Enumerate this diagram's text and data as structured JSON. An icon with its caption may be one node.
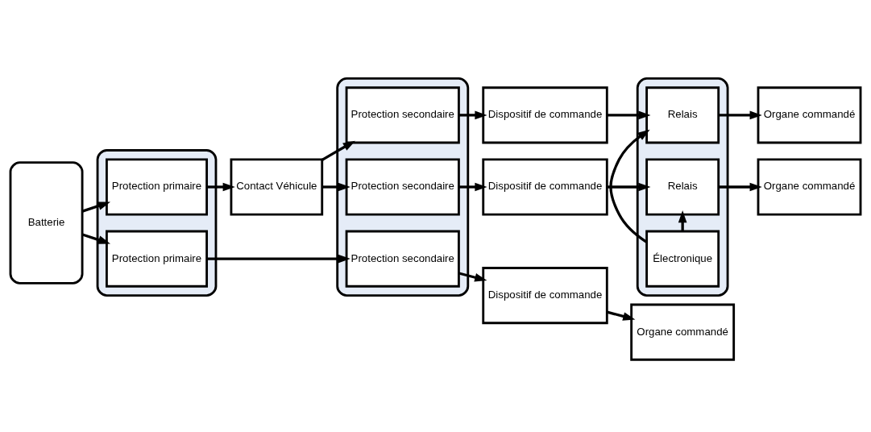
{
  "diagram": {
    "nodes": [
      {
        "text": [
          "Batterie"
        ]
      },
      {
        "text": [],
        "shape": "box"
      },
      {
        "text": [
          "Protection primaire"
        ],
        "in": 1
      },
      {
        "text": [
          "Protection primaire"
        ],
        "in": 1
      },
      {
        "text": [
          "Contact Véhicule"
        ]
      },
      {
        "text": [],
        "shape": "box"
      },
      {
        "text": [
          "Protection secondaire"
        ],
        "in": 5
      },
      {
        "text": [
          "Protection secondaire"
        ],
        "in": 5
      },
      {
        "text": [
          "Protection secondaire"
        ],
        "in": 5
      },
      {
        "text": [
          "Dispositif de commande"
        ]
      },
      {
        "text": [
          "Dispositif de commande"
        ]
      },
      {
        "text": [
          "Dispositif de commande"
        ]
      },
      {
        "text": [],
        "shape": "box"
      },
      {
        "text": [
          "Relais"
        ],
        "in": 12
      },
      {
        "text": [
          "Relais"
        ],
        "in": 12
      },
      {
        "text": [
          "Électronique"
        ],
        "in": 12
      },
      {
        "text": [
          "Organe commandé"
        ]
      },
      {
        "text": [
          "Organe commandé"
        ]
      },
      {
        "text": [
          "Organe commandé"
        ]
      }
    ],
    "edges": [
      {
        "from": 0,
        "to": 2,
        "arrow": "to"
      },
      {
        "from": 0,
        "to": 3,
        "arrow": "to"
      },
      {
        "from": 2,
        "to": 4,
        "arrow": "to"
      },
      {
        "from": 4,
        "to": 6,
        "arrow": "to"
      },
      {
        "from": 4,
        "to": 7,
        "arrow": "to"
      },
      {
        "from": 3,
        "to": 8,
        "arrow": "to"
      },
      {
        "from": 6,
        "to": 9,
        "arrow": "to"
      },
      {
        "from": 7,
        "to": 10,
        "arrow": "to"
      },
      {
        "from": 8,
        "to": 11,
        "arrow": "to"
      },
      {
        "from": 9,
        "to": 13,
        "arrow": "to"
      },
      {
        "from": 10,
        "to": 14,
        "arrow": "to"
      },
      {
        "from": 11,
        "to": 18,
        "arrow": "to"
      },
      {
        "from": 13,
        "to": 16,
        "arrow": "to"
      },
      {
        "from": 14,
        "to": 17,
        "arrow": "to"
      },
      {
        "from": 15,
        "to": 14,
        "arrow": "to"
      },
      {
        "from": 15,
        "to": 13,
        "arrow": "to"
      }
    ]
  }
}
